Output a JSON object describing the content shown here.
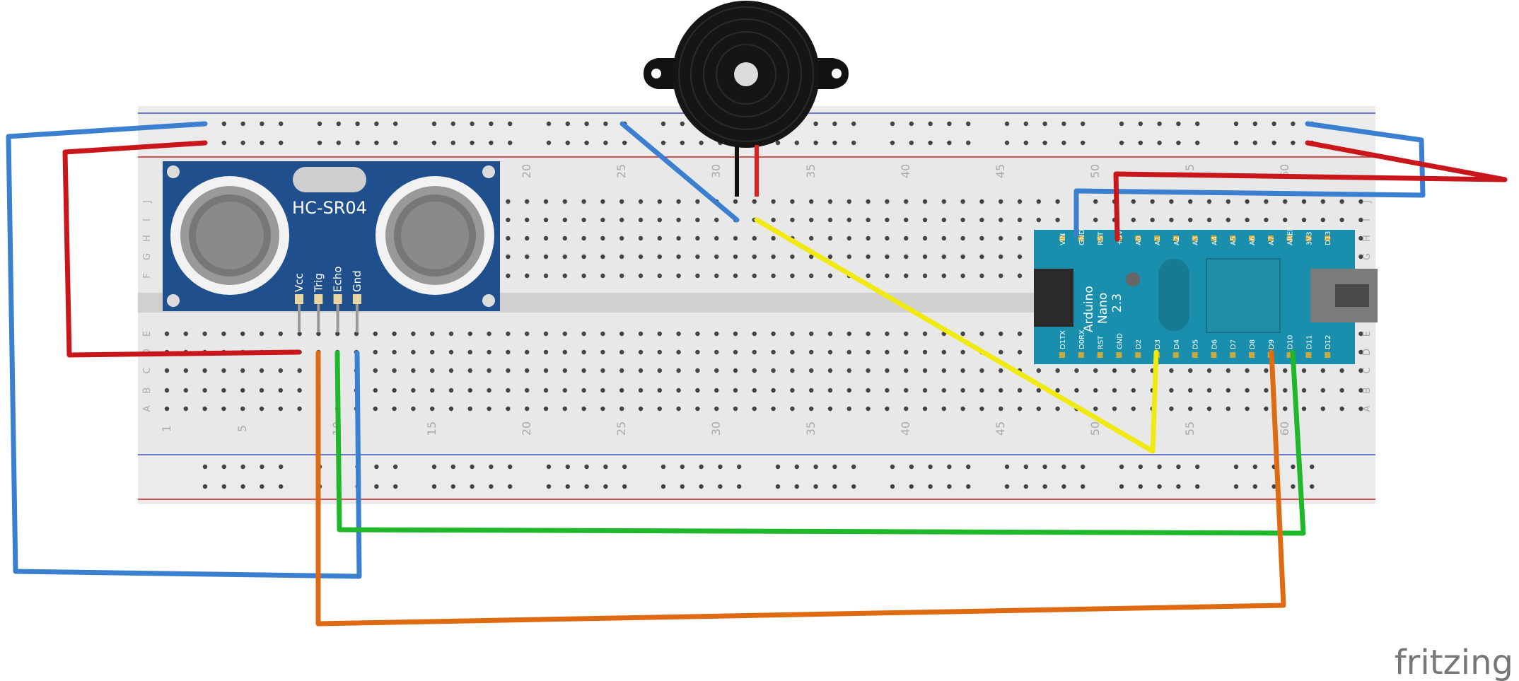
{
  "watermark": "fritzing",
  "sensor": {
    "name": "HC-SR04",
    "pins": [
      "Vcc",
      "Trig",
      "Echo",
      "Gnd"
    ]
  },
  "arduino": {
    "lines": [
      "Arduino",
      "Nano",
      "2.3"
    ],
    "top_pins": [
      "VIN",
      "GND",
      "RST",
      "+5V",
      "A0",
      "A1",
      "A2",
      "A3",
      "A4",
      "A5",
      "A6",
      "A7",
      "AREF",
      "3V3",
      "D13"
    ],
    "bottom_pins": [
      "D1TX",
      "D0RX",
      "RST",
      "GND",
      "D2",
      "D3",
      "D4",
      "D5",
      "D6",
      "D7",
      "D8",
      "D9",
      "D10",
      "D11",
      "D12"
    ]
  },
  "breadboard": {
    "row_letters_top": [
      "J",
      "I",
      "H",
      "G",
      "F"
    ],
    "row_letters_bottom": [
      "E",
      "D",
      "C",
      "B",
      "A"
    ],
    "column_numbers": [
      "1",
      "5",
      "10",
      "15",
      "20",
      "25",
      "30",
      "35",
      "40",
      "45",
      "50",
      "55",
      "60"
    ]
  },
  "colors": {
    "wire_blue": "#3a7fd0",
    "wire_red": "#c8161b",
    "wire_yellow": "#f0ea10",
    "wire_green": "#1fb82a",
    "wire_orange": "#e06a12",
    "sensor_board": "#1f4f8c",
    "arduino_board": "#1a8fad"
  }
}
